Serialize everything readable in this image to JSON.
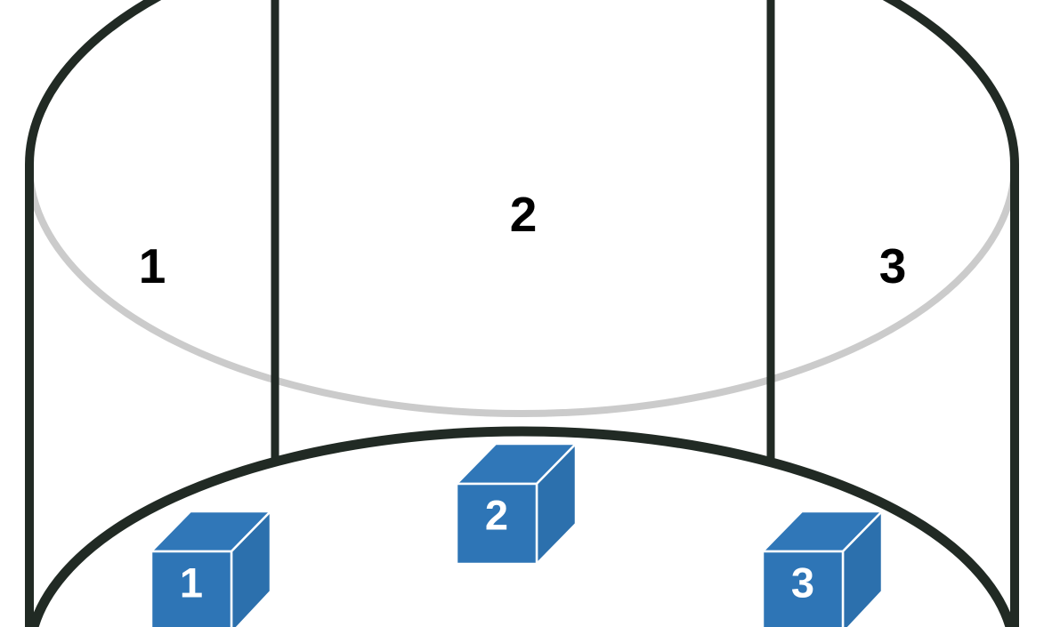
{
  "diagram": {
    "sections": [
      {
        "label": "1"
      },
      {
        "label": "2"
      },
      {
        "label": "3"
      }
    ],
    "cubes": [
      {
        "label": "1"
      },
      {
        "label": "2"
      },
      {
        "label": "3"
      }
    ],
    "colors": {
      "outline_dark": "#212a24",
      "rim_gray": "#cbcbcb",
      "cube_top": "#3077b8",
      "cube_front": "#2e75b6",
      "cube_right": "#2c70ad",
      "cube_edge": "#ffffff",
      "section_label": "#000000",
      "cube_label": "#ffffff",
      "background": "#ffffff"
    }
  }
}
